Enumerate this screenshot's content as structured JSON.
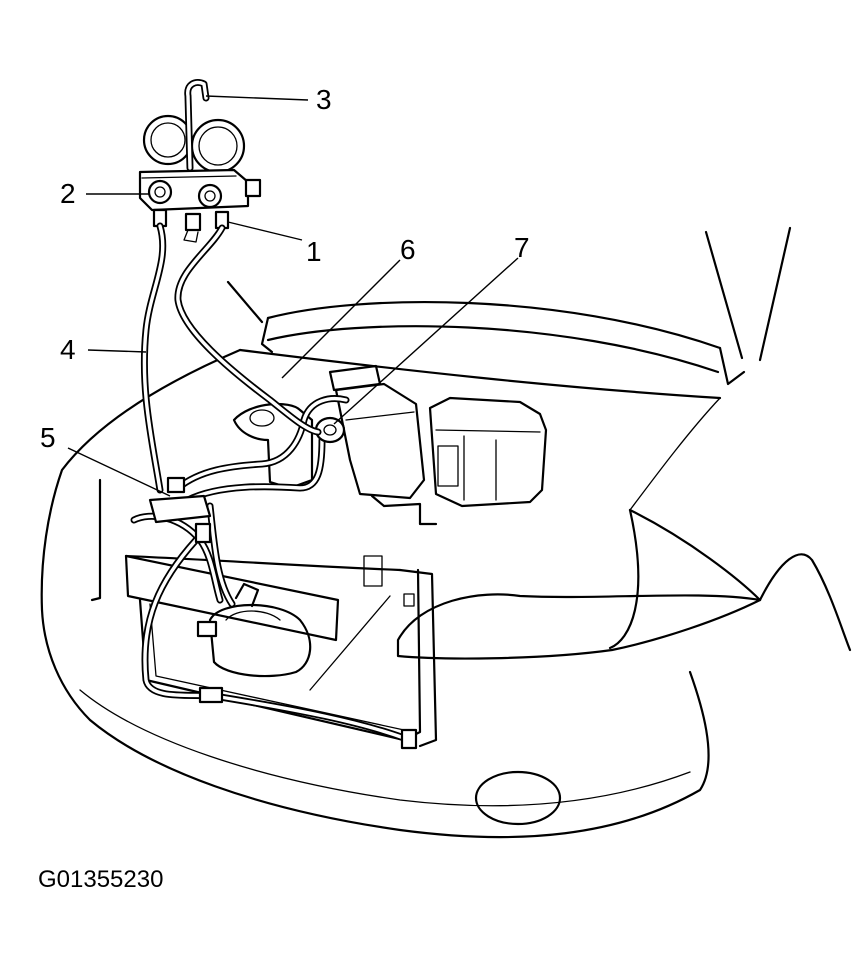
{
  "callouts": [
    {
      "id": "1",
      "label": "1"
    },
    {
      "id": "2",
      "label": "2"
    },
    {
      "id": "3",
      "label": "3"
    },
    {
      "id": "4",
      "label": "4"
    },
    {
      "id": "5",
      "label": "5"
    },
    {
      "id": "6",
      "label": "6"
    },
    {
      "id": "7",
      "label": "7"
    }
  ],
  "figure_code": "G01355230",
  "colors": {
    "line": "#000000",
    "background": "#ffffff"
  }
}
